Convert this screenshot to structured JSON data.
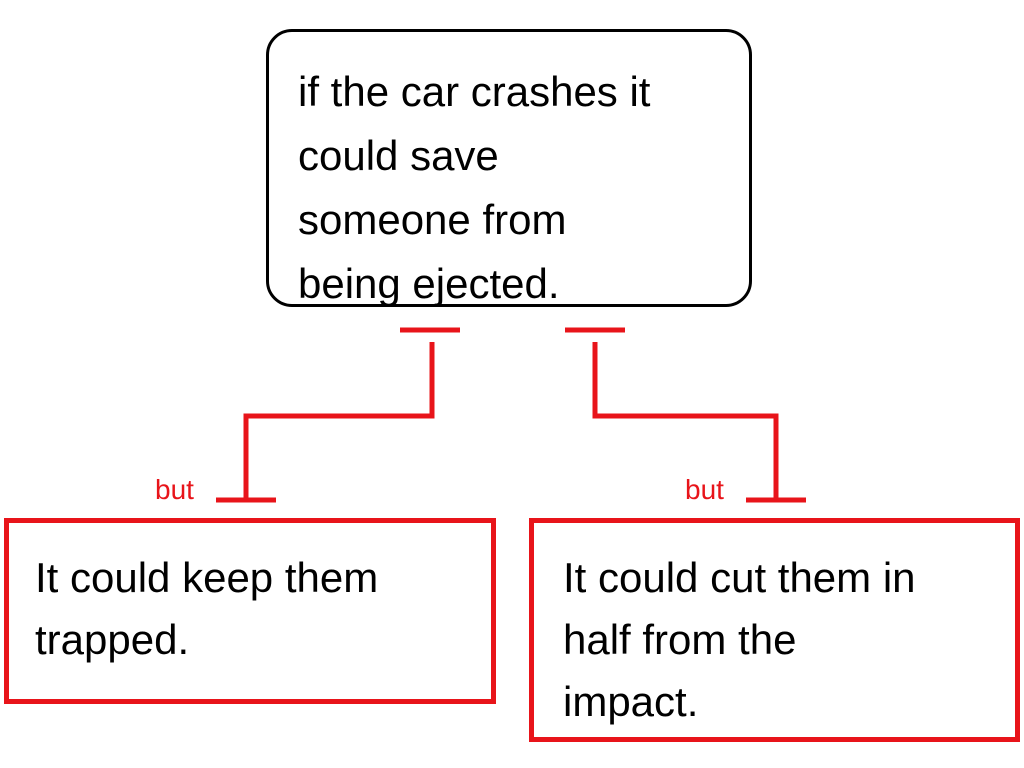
{
  "diagram": {
    "claim": {
      "text": "if the car crashes it\ncould save\nsomeone from\nbeing ejected."
    },
    "objections": [
      {
        "connector": "but",
        "text": "It could keep them\ntrapped."
      },
      {
        "connector": "but",
        "text": "It could cut them in\nhalf from the\nimpact."
      }
    ],
    "colors": {
      "claim_border": "#000000",
      "objection_border": "#e8141a",
      "connector": "#e8141a",
      "text": "#000000"
    }
  }
}
